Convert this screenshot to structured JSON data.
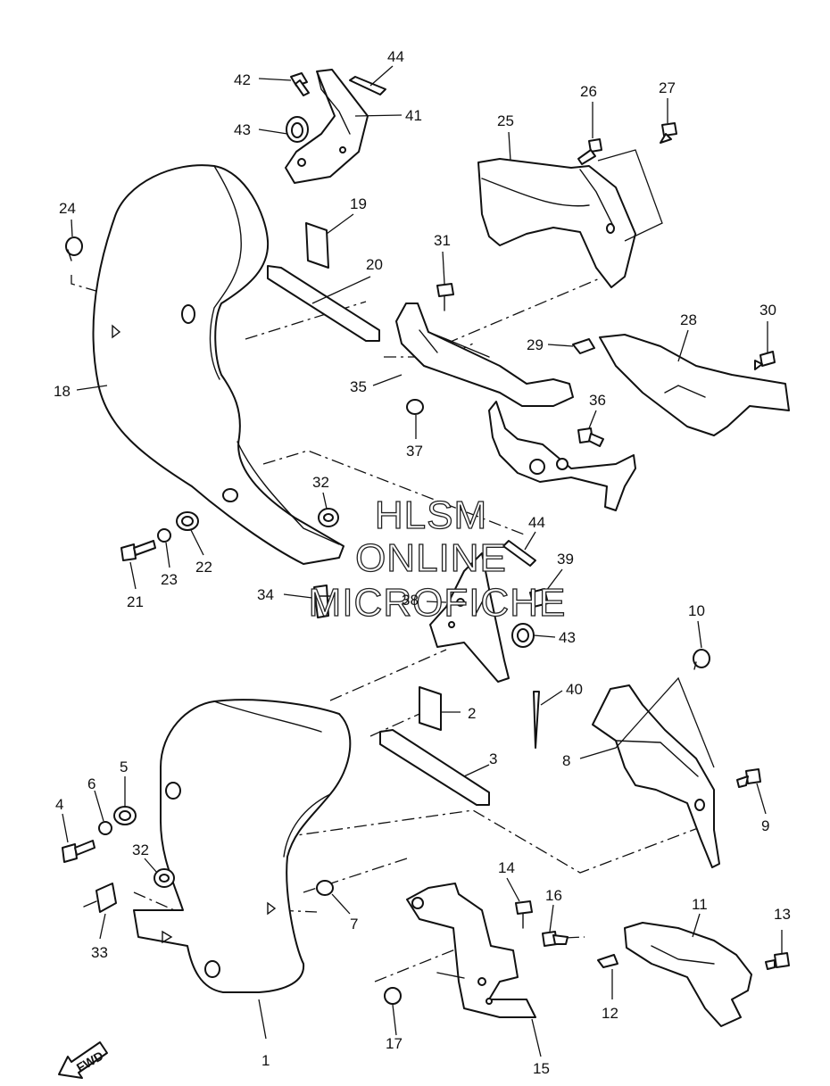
{
  "watermark": {
    "line1": "HLSM",
    "line2": "ONLINE",
    "line3": "MICROFICHE"
  },
  "fwd_label": "FWD",
  "callouts": {
    "c1": "1",
    "c2": "2",
    "c3": "3",
    "c4": "4",
    "c5": "5",
    "c6": "6",
    "c7": "7",
    "c8": "8",
    "c9": "9",
    "c10": "10",
    "c11": "11",
    "c12": "12",
    "c13": "13",
    "c14": "14",
    "c15": "15",
    "c16": "16",
    "c17": "17",
    "c18": "18",
    "c19": "19",
    "c20": "20",
    "c21": "21",
    "c22": "22",
    "c23": "23",
    "c24": "24",
    "c25": "25",
    "c26": "26",
    "c27": "27",
    "c28": "28",
    "c29": "29",
    "c30": "30",
    "c31": "31",
    "c32a": "32",
    "c32b": "32",
    "c33": "33",
    "c34": "34",
    "c35": "35",
    "c36": "36",
    "c37": "37",
    "c38": "38",
    "c39": "39",
    "c40": "40",
    "c41": "41",
    "c42": "42",
    "c43a": "43",
    "c43b": "43",
    "c44a": "44",
    "c44b": "44"
  }
}
